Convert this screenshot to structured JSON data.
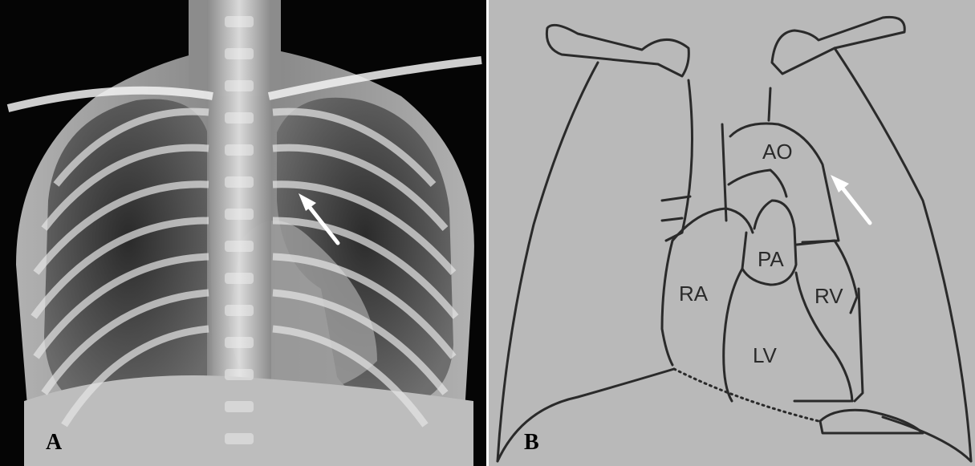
{
  "panels": {
    "a": {
      "letter": "A"
    },
    "b": {
      "letter": "B",
      "labels": {
        "ao": "AO",
        "pa": "PA",
        "ra": "RA",
        "rv": "RV",
        "lv": "LV"
      }
    }
  },
  "colors": {
    "arrow": "#ffffff",
    "outline": "#2a2a2a",
    "diagram_bg": "#b9b9b9",
    "xray_bg": "#000000"
  },
  "icons": [
    "arrow-icon"
  ]
}
